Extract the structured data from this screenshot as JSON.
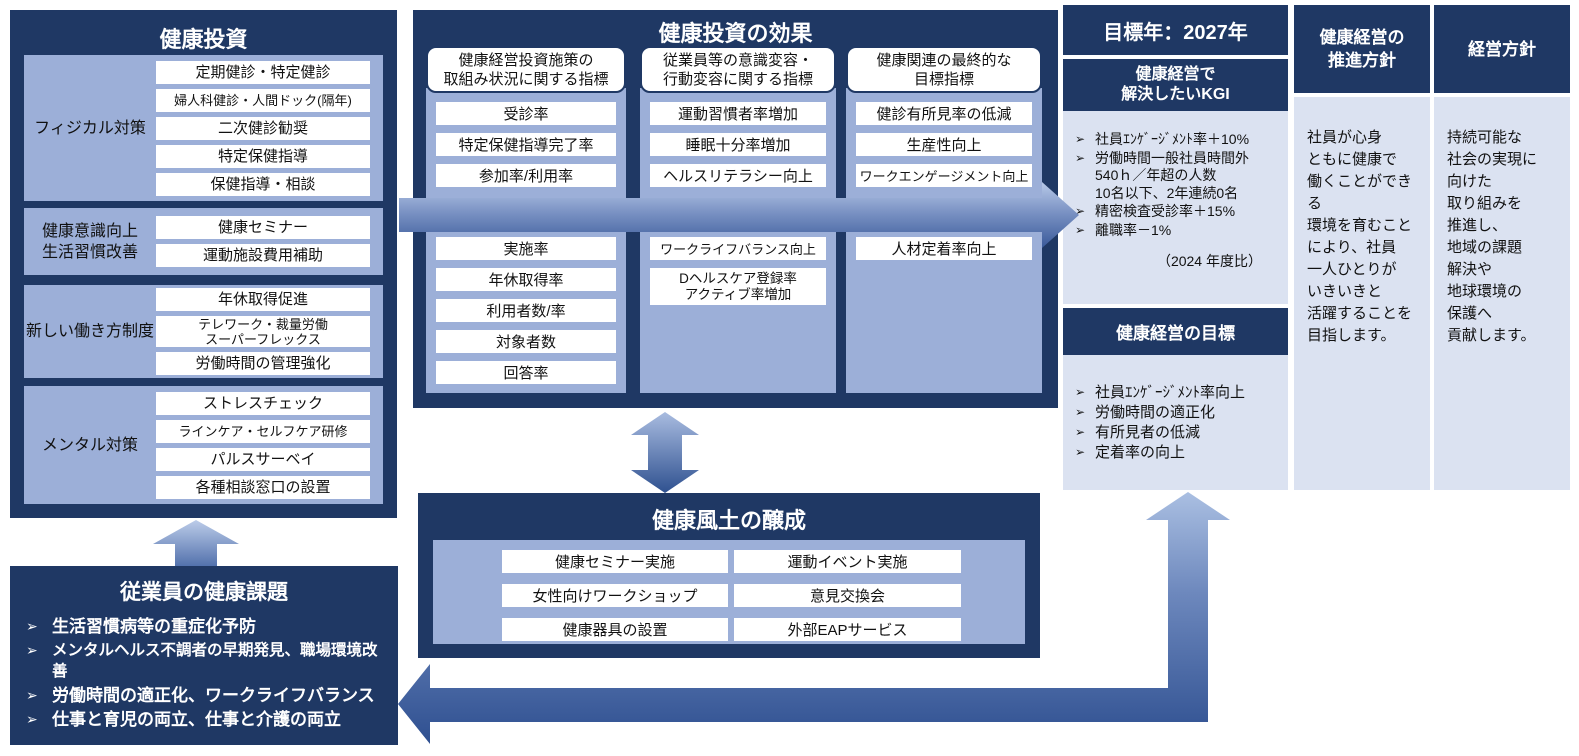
{
  "glyphs": {
    "bullet": "➢"
  },
  "colors": {
    "navy": "#1f3864",
    "medium_blue": "#9cafd8",
    "light_blue": "#dbe2f1",
    "arrow_light": "#aabfe2",
    "arrow_dark": "#2e4f90"
  },
  "investment": {
    "title": "健康投資",
    "groups": [
      {
        "label": "フィジカル対策",
        "items": [
          "定期健診・特定健診",
          "婦人科健診・人間ドック(隔年)",
          "二次健診勧奨",
          "特定保健指導",
          "保健指導・相談"
        ]
      },
      {
        "label": "健康意識向上\n生活習慣改善",
        "items": [
          "健康セミナー",
          "運動施設費用補助"
        ]
      },
      {
        "label": "新しい働き方制度",
        "items": [
          "年休取得促進",
          "テレワーク・裁量労働\nスーパーフレックス",
          "労働時間の管理強化"
        ]
      },
      {
        "label": "メンタル対策",
        "items": [
          "ストレスチェック",
          "ラインケア・セルフケア研修",
          "パルスサーベイ",
          "各種相談窓口の設置"
        ]
      }
    ]
  },
  "effects": {
    "title": "健康投資の効果",
    "columns": [
      {
        "header": "健康経営投資施策の\n取組み状況に関する指標",
        "upper": [
          "受診率",
          "特定保健指導完了率",
          "参加率/利用率"
        ],
        "lower": [
          "実施率",
          "年休取得率",
          "利用者数/率",
          "対象者数",
          "回答率"
        ]
      },
      {
        "header": "従業員等の意識変容・\n行動変容に関する指標",
        "upper": [
          "運動習慣者率増加",
          "睡眠十分率増加",
          "ヘルスリテラシー向上"
        ],
        "lower": [
          "ワークライフバランス向上",
          "Dヘルスケア登録率\nアクティブ率増加"
        ]
      },
      {
        "header": "健康関連の最終的な\n目標指標",
        "upper": [
          "健診有所見率の低減",
          "生産性向上",
          "ワークエンゲージメント向上"
        ],
        "lower": [
          "人材定着率向上"
        ]
      }
    ]
  },
  "culture": {
    "title": "健康風土の醸成",
    "left_items": [
      "健康セミナー実施",
      "女性向けワークショップ",
      "健康器具の設置"
    ],
    "right_items": [
      "運動イベント実施",
      "意見交換会",
      "外部EAPサービス"
    ]
  },
  "issues": {
    "title": "従業員の健康課題",
    "bullets": [
      "生活習慣病等の重症化予防",
      "メンタルヘルス不調者の早期発見、職場環境改善",
      "労働時間の適正化、ワークライフバランス",
      "仕事と育児の両立、仕事と介護の両立"
    ]
  },
  "goal_panel": {
    "year_title": "目標年：2027年",
    "kgi_title": "健康経営で\n解決したいKGI",
    "kgi_bullets": [
      "社員ｴﾝｹﾞｰｼﾞﾒﾝﾄ率＋10%",
      "労働時間一般社員時間外\n540ｈ／年超の人数\n10名以下、2年連続0名",
      "精密検査受診率＋15%",
      "離職率－1%"
    ],
    "kgi_note": "（2024 年度比）",
    "goal_title": "健康経営の目標",
    "goal_bullets": [
      "社員ｴﾝｹﾞｰｼﾞﾒﾝﾄ率向上",
      "労働時間の適正化",
      "有所見者の低減",
      "定着率の向上"
    ]
  },
  "promotion_policy": {
    "title": "健康経営の\n推進方針",
    "body": "社員が心身\nともに健康で\n働くことができる\n環境を育むこと\nにより、社員\n一人ひとりが\nいきいきと\n活躍することを\n目指します。"
  },
  "management_policy": {
    "title": "経営方針",
    "body": "持続可能な\n社会の実現に\n向けた\n取り組みを\n推進し、\n地域の課題\n解決や\n地球環境の\n保護へ\n貢献します。"
  }
}
